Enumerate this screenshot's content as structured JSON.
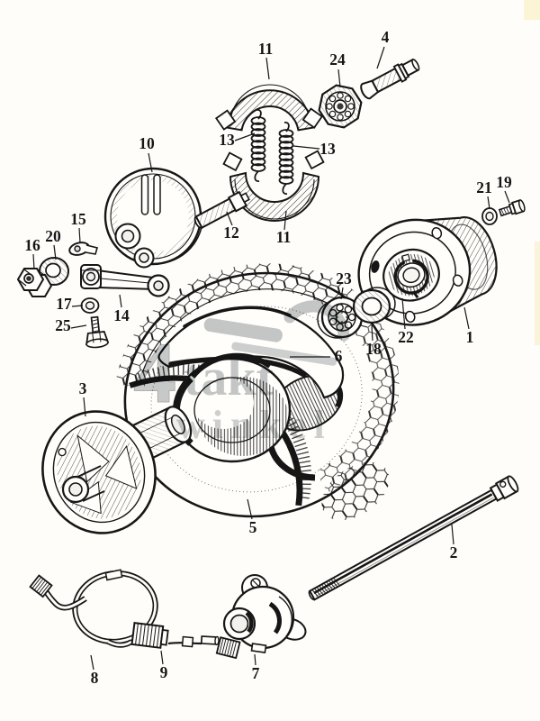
{
  "page": {
    "background": "#fefdfa",
    "ink_color": "#161616"
  },
  "watermark": {
    "big4": "4",
    "takt": "takt",
    "winkel": "winkel",
    "color": "#c3c7c8"
  },
  "diagram": {
    "labels": [
      {
        "text": "11"
      },
      {
        "text": "24"
      },
      {
        "text": "4"
      },
      {
        "text": "13"
      },
      {
        "text": "13"
      },
      {
        "text": "10"
      },
      {
        "text": "12"
      },
      {
        "text": "11"
      },
      {
        "text": "19"
      },
      {
        "text": "21"
      },
      {
        "text": "15"
      },
      {
        "text": "20"
      },
      {
        "text": "16"
      },
      {
        "text": "17"
      },
      {
        "text": "25"
      },
      {
        "text": "14"
      },
      {
        "text": "23"
      },
      {
        "text": "18"
      },
      {
        "text": "22"
      },
      {
        "text": "1"
      },
      {
        "text": "6"
      },
      {
        "text": "3"
      },
      {
        "text": "5"
      },
      {
        "text": "2"
      },
      {
        "text": "8"
      },
      {
        "text": "9"
      },
      {
        "text": "7"
      }
    ]
  }
}
